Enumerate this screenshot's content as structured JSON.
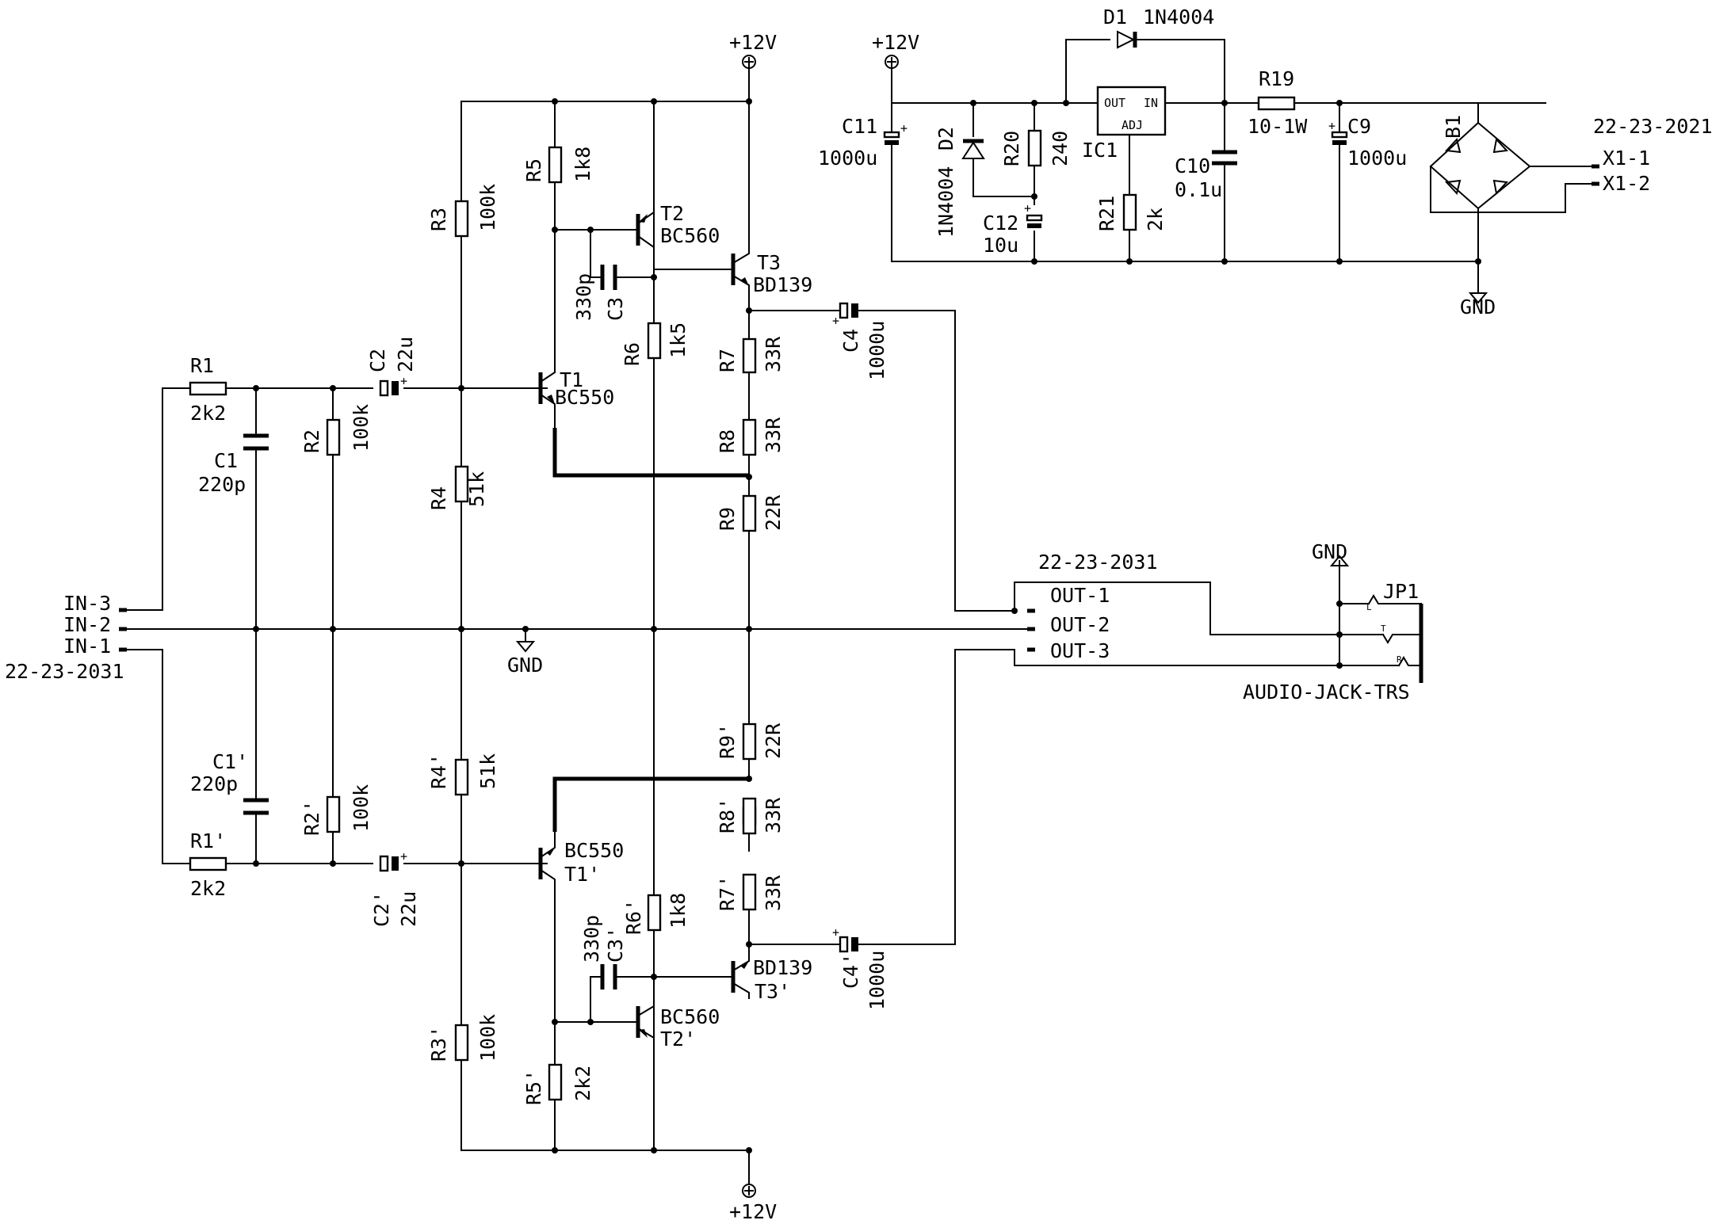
{
  "power": {
    "vcc": "+12V",
    "gnd": "GND"
  },
  "connectors": {
    "input": {
      "part": "22-23-2031",
      "pins": [
        "IN-3",
        "IN-2",
        "IN-1"
      ]
    },
    "output": {
      "part": "22-23-2031",
      "pins": [
        "OUT-1",
        "OUT-2",
        "OUT-3"
      ]
    },
    "mains": {
      "part": "22-23-2021",
      "pins": [
        "X1-1",
        "X1-2"
      ]
    },
    "jack": {
      "ref": "JP1",
      "value": "AUDIO-JACK-TRS",
      "contacts": [
        "L",
        "T",
        "R"
      ]
    }
  },
  "components": {
    "R1": {
      "ref": "R1",
      "value": "2k2"
    },
    "R1p": {
      "ref": "R1'",
      "value": "2k2"
    },
    "C1": {
      "ref": "C1",
      "value": "220p"
    },
    "C1p": {
      "ref": "C1'",
      "value": "220p"
    },
    "R2": {
      "ref": "R2",
      "value": "100k"
    },
    "R2p": {
      "ref": "R2'",
      "value": "100k"
    },
    "C2": {
      "ref": "C2",
      "value": "22u"
    },
    "C2p": {
      "ref": "C2'",
      "value": "22u"
    },
    "R3": {
      "ref": "R3",
      "value": "100k"
    },
    "R3p": {
      "ref": "R3'",
      "value": "100k"
    },
    "R4": {
      "ref": "R4",
      "value": "51k"
    },
    "R4p": {
      "ref": "R4'",
      "value": "51k"
    },
    "R5": {
      "ref": "R5",
      "value": "1k8"
    },
    "R5p": {
      "ref": "R5'",
      "value": "2k2"
    },
    "R6": {
      "ref": "R6",
      "value": "1k5"
    },
    "R6p": {
      "ref": "R6'",
      "value": "1k8"
    },
    "C3": {
      "ref": "C3",
      "value": "330p"
    },
    "C3p": {
      "ref": "C3'",
      "value": "330p"
    },
    "R7": {
      "ref": "R7",
      "value": "33R"
    },
    "R7p": {
      "ref": "R7'",
      "value": "33R"
    },
    "R8": {
      "ref": "R8",
      "value": "33R"
    },
    "R8p": {
      "ref": "R8'",
      "value": "33R"
    },
    "R9": {
      "ref": "R9",
      "value": "22R"
    },
    "R9p": {
      "ref": "R9'",
      "value": "22R"
    },
    "C4": {
      "ref": "C4",
      "value": "1000u"
    },
    "C4p": {
      "ref": "C4'",
      "value": "1000u"
    },
    "T1": {
      "ref": "T1",
      "value": "BC550"
    },
    "T1p": {
      "ref": "T1'",
      "value": "BC550"
    },
    "T2": {
      "ref": "T2",
      "value": "BC560"
    },
    "T2p": {
      "ref": "T2'",
      "value": "BC560"
    },
    "T3": {
      "ref": "T3",
      "value": "BD139"
    },
    "T3p": {
      "ref": "T3'",
      "value": "BD139"
    },
    "D1": {
      "ref": "D1",
      "value": "1N4004"
    },
    "D2": {
      "ref": "D2",
      "value": "1N4004"
    },
    "C11": {
      "ref": "C11",
      "value": "1000u"
    },
    "R20": {
      "ref": "R20",
      "value": "240"
    },
    "C12": {
      "ref": "C12",
      "value": "10u"
    },
    "IC1": {
      "ref": "IC1",
      "out": "OUT",
      "in": "IN",
      "adj": "ADJ"
    },
    "R21": {
      "ref": "R21",
      "value": "2k"
    },
    "C10": {
      "ref": "C10",
      "value": "0.1u"
    },
    "R19": {
      "ref": "R19",
      "value": "10-1W"
    },
    "C9": {
      "ref": "C9",
      "value": "1000u"
    },
    "B1": {
      "ref": "B1"
    }
  }
}
